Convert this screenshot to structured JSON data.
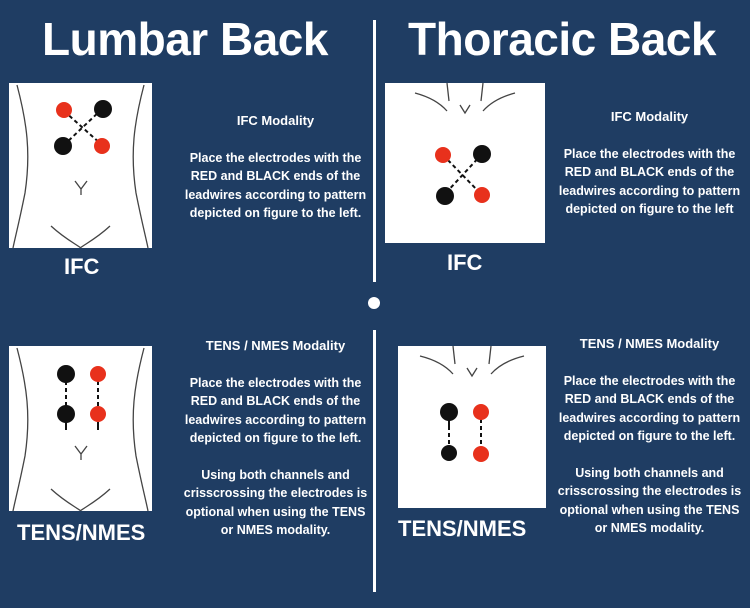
{
  "titles": {
    "left": "Lumbar Back",
    "right": "Thoracic Back"
  },
  "panels": {
    "lumbar_ifc": {
      "label": "IFC",
      "heading": "IFC Modality",
      "instructions": "Place the electrodes with the RED and BLACK ends of the leadwires according to pattern depicted on figure to the left."
    },
    "thoracic_ifc": {
      "label": "IFC",
      "heading": "IFC Modality",
      "instructions": "Place the electrodes with the RED and BLACK ends of the leadwires according to pattern depicted on figure to the left"
    },
    "lumbar_tens": {
      "label": "TENS/NMES",
      "heading": "TENS / NMES Modality",
      "instructions": "Place the electrodes with the RED and BLACK ends of the leadwires according to pattern depicted on figure to the left.",
      "note": "Using both channels and crisscrossing the electrodes is optional when using the TENS or NMES modality."
    },
    "thoracic_tens": {
      "label": "TENS/NMES",
      "heading": "TENS / NMES Modality",
      "instructions": "Place the electrodes with the RED and BLACK ends of the leadwires according to pattern depicted on figure to the left.",
      "note": "Using both channels and crisscrossing the electrodes is optional when using the TENS or NMES modality."
    }
  },
  "colors": {
    "background": "#1f3d63",
    "electrode_red": "#e8311c",
    "electrode_black": "#111111"
  }
}
